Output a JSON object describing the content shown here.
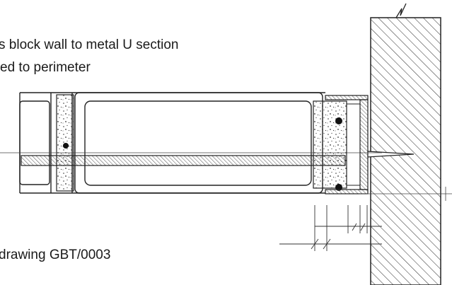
{
  "annotations": {
    "line1": "s block wall to metal U section",
    "line2": "ed to perimeter",
    "reference": "drawing GBT/0003"
  },
  "colors": {
    "ink": "#222222",
    "background": "#ffffff"
  }
}
